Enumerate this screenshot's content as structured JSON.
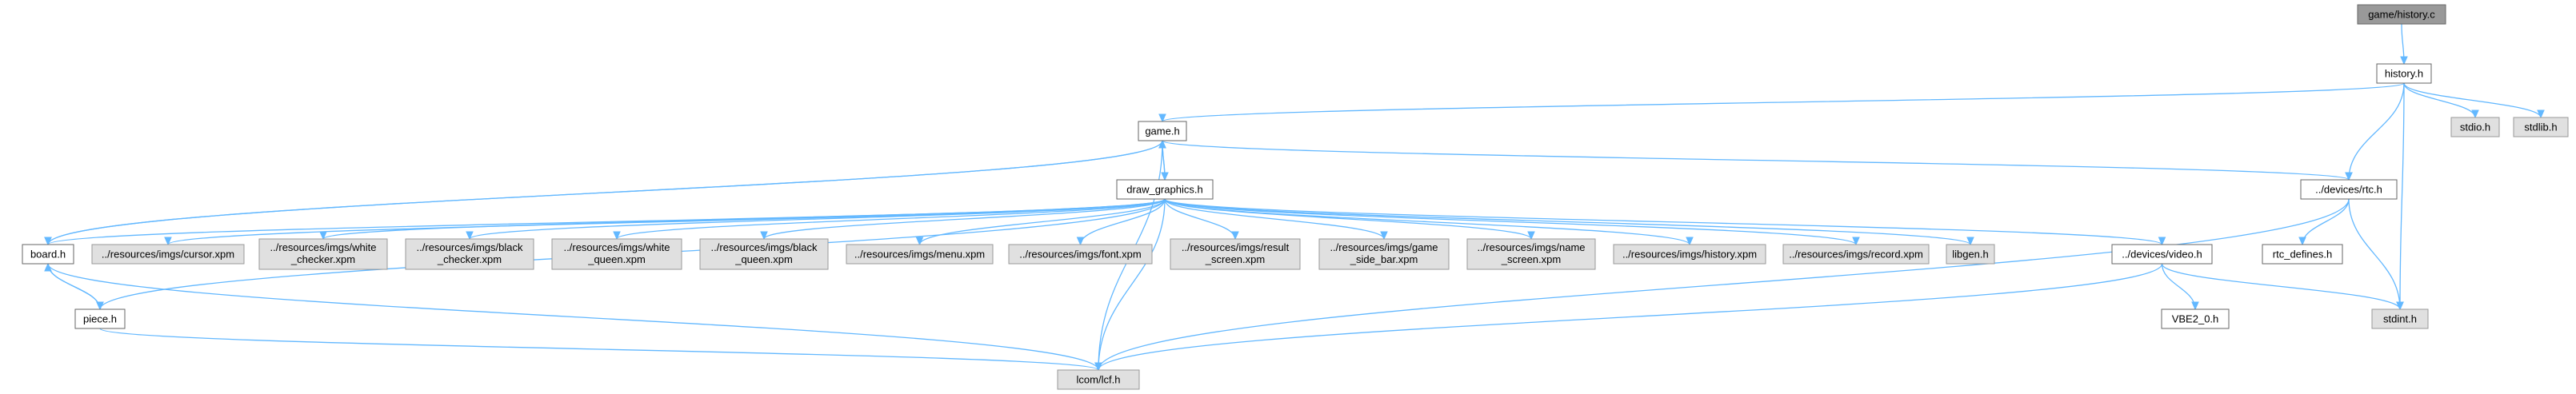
{
  "colors": {
    "edge": "#63b8ff",
    "root_fill": "#999999",
    "root_border": "#666666",
    "local_fill": "#ffffff",
    "local_border": "#666666",
    "system_fill": "#e0e0e0",
    "system_border": "#999999"
  },
  "nodes": [
    {
      "id": "game_history_c",
      "label": "game/history.c",
      "kind": "root"
    },
    {
      "id": "history_h",
      "label": "history.h",
      "kind": "local"
    },
    {
      "id": "stdio_h",
      "label": "stdio.h",
      "kind": "system"
    },
    {
      "id": "stdlib_h",
      "label": "stdlib.h",
      "kind": "system"
    },
    {
      "id": "game_h",
      "label": "game.h",
      "kind": "local"
    },
    {
      "id": "draw_graphics_h",
      "label": "draw_graphics.h",
      "kind": "local"
    },
    {
      "id": "rtc_h",
      "label": "../devices/rtc.h",
      "kind": "local"
    },
    {
      "id": "board_h",
      "label": "board.h",
      "kind": "local"
    },
    {
      "id": "cursor_xpm",
      "label": "../resources/imgs/cursor.xpm",
      "kind": "system"
    },
    {
      "id": "white_checker_xpm",
      "label": "../resources/imgs/white _checker.xpm",
      "kind": "system"
    },
    {
      "id": "black_checker_xpm",
      "label": "../resources/imgs/black _checker.xpm",
      "kind": "system"
    },
    {
      "id": "white_queen_xpm",
      "label": "../resources/imgs/white _queen.xpm",
      "kind": "system"
    },
    {
      "id": "black_queen_xpm",
      "label": "../resources/imgs/black _queen.xpm",
      "kind": "system"
    },
    {
      "id": "menu_xpm",
      "label": "../resources/imgs/menu.xpm",
      "kind": "system"
    },
    {
      "id": "font_xpm",
      "label": "../resources/imgs/font.xpm",
      "kind": "system"
    },
    {
      "id": "result_screen_xpm",
      "label": "../resources/imgs/result _screen.xpm",
      "kind": "system"
    },
    {
      "id": "game_side_bar_xpm",
      "label": "../resources/imgs/game _side_bar.xpm",
      "kind": "system"
    },
    {
      "id": "name_screen_xpm",
      "label": "../resources/imgs/name _screen.xpm",
      "kind": "system"
    },
    {
      "id": "history_xpm",
      "label": "../resources/imgs/history.xpm",
      "kind": "system"
    },
    {
      "id": "record_xpm",
      "label": "../resources/imgs/record.xpm",
      "kind": "system"
    },
    {
      "id": "libgen_h",
      "label": "libgen.h",
      "kind": "system"
    },
    {
      "id": "video_h",
      "label": "../devices/video.h",
      "kind": "local"
    },
    {
      "id": "rtc_defines_h",
      "label": "rtc_defines.h",
      "kind": "local"
    },
    {
      "id": "stdint_h",
      "label": "stdint.h",
      "kind": "system"
    },
    {
      "id": "piece_h",
      "label": "piece.h",
      "kind": "local"
    },
    {
      "id": "vbe2_0_h",
      "label": "VBE2_0.h",
      "kind": "local"
    },
    {
      "id": "lcom_lcf_h",
      "label": "lcom/lcf.h",
      "kind": "system"
    }
  ],
  "edges": [
    {
      "from": "game_history_c",
      "to": "history_h"
    },
    {
      "from": "history_h",
      "to": "game_h"
    },
    {
      "from": "history_h",
      "to": "rtc_h"
    },
    {
      "from": "history_h",
      "to": "stdio_h"
    },
    {
      "from": "history_h",
      "to": "stdlib_h"
    },
    {
      "from": "history_h",
      "to": "stdint_h"
    },
    {
      "from": "game_h",
      "to": "draw_graphics_h"
    },
    {
      "from": "game_h",
      "to": "board_h"
    },
    {
      "from": "game_h",
      "to": "rtc_h"
    },
    {
      "from": "game_h",
      "to": "lcom_lcf_h"
    },
    {
      "from": "draw_graphics_h",
      "to": "game_h"
    },
    {
      "from": "draw_graphics_h",
      "to": "board_h"
    },
    {
      "from": "draw_graphics_h",
      "to": "cursor_xpm"
    },
    {
      "from": "draw_graphics_h",
      "to": "white_checker_xpm"
    },
    {
      "from": "draw_graphics_h",
      "to": "black_checker_xpm"
    },
    {
      "from": "draw_graphics_h",
      "to": "white_queen_xpm"
    },
    {
      "from": "draw_graphics_h",
      "to": "black_queen_xpm"
    },
    {
      "from": "draw_graphics_h",
      "to": "menu_xpm"
    },
    {
      "from": "draw_graphics_h",
      "to": "font_xpm"
    },
    {
      "from": "draw_graphics_h",
      "to": "result_screen_xpm"
    },
    {
      "from": "draw_graphics_h",
      "to": "game_side_bar_xpm"
    },
    {
      "from": "draw_graphics_h",
      "to": "name_screen_xpm"
    },
    {
      "from": "draw_graphics_h",
      "to": "history_xpm"
    },
    {
      "from": "draw_graphics_h",
      "to": "record_xpm"
    },
    {
      "from": "draw_graphics_h",
      "to": "libgen_h"
    },
    {
      "from": "draw_graphics_h",
      "to": "video_h"
    },
    {
      "from": "draw_graphics_h",
      "to": "piece_h"
    },
    {
      "from": "draw_graphics_h",
      "to": "lcom_lcf_h"
    },
    {
      "from": "board_h",
      "to": "game_h"
    },
    {
      "from": "board_h",
      "to": "piece_h"
    },
    {
      "from": "board_h",
      "to": "lcom_lcf_h"
    },
    {
      "from": "piece_h",
      "to": "board_h"
    },
    {
      "from": "piece_h",
      "to": "lcom_lcf_h"
    },
    {
      "from": "rtc_h",
      "to": "rtc_defines_h"
    },
    {
      "from": "rtc_h",
      "to": "stdint_h"
    },
    {
      "from": "rtc_h",
      "to": "lcom_lcf_h"
    },
    {
      "from": "video_h",
      "to": "vbe2_0_h"
    },
    {
      "from": "video_h",
      "to": "stdint_h"
    },
    {
      "from": "video_h",
      "to": "lcom_lcf_h"
    }
  ]
}
